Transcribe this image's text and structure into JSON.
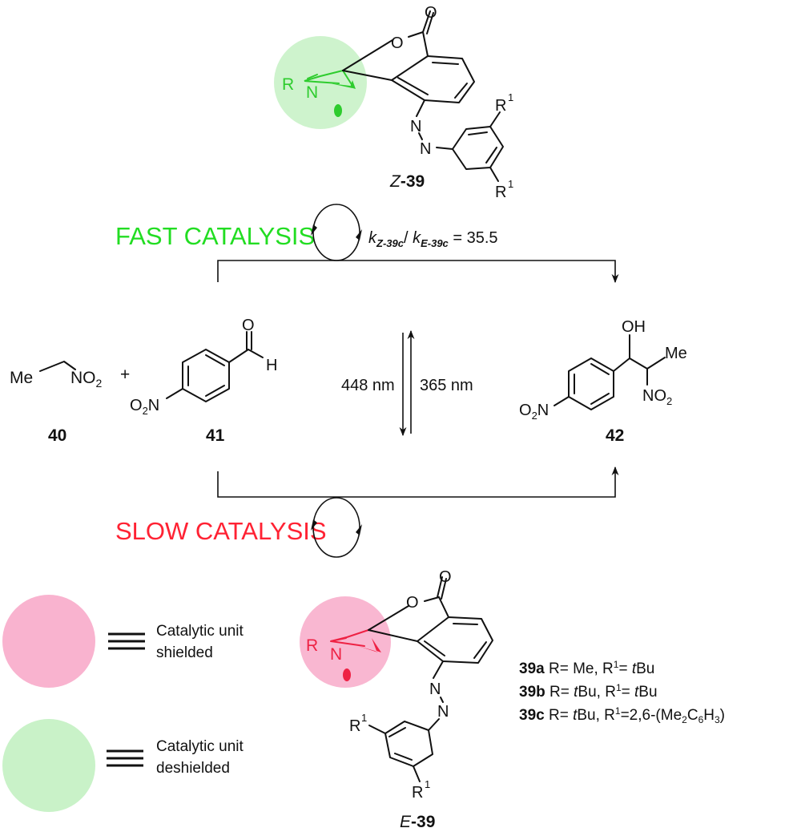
{
  "colors": {
    "fast": "#22dd22",
    "slow": "#ff2233",
    "shield_circle": "#f9b3cf",
    "deshield_circle": "#c9f2c8",
    "green_struct": "#2ecc2e",
    "red_struct": "#ee2244",
    "ink": "#111111"
  },
  "z_isomer": {
    "label_prefix": "Z",
    "label_num": "-39",
    "atoms": {
      "carbonyl_O": "O",
      "ring_O": "O",
      "N1": "N",
      "N2": "N",
      "R": "R",
      "amine_N": "N",
      "R1_top": "R",
      "R1_bottom": "R",
      "sup": "1"
    }
  },
  "e_isomer": {
    "label_prefix": "E",
    "label_num": "-39",
    "atoms": {
      "carbonyl_O": "O",
      "ring_O": "O",
      "N1": "N",
      "N2": "N",
      "R": "R",
      "amine_N": "N",
      "R1_left": "R",
      "R1_bottom": "R",
      "sup": "1"
    }
  },
  "fast": {
    "label": "FAST CATALYSIS",
    "ratio": {
      "k1": "k",
      "sub1": "Z-39c",
      "slash": "/ ",
      "k2": "k",
      "sub2": "E-39c",
      "value": " = 35.5"
    }
  },
  "slow": {
    "label": "SLOW CATALYSIS"
  },
  "photo": {
    "forward": "448 nm",
    "reverse": "365 nm"
  },
  "compounds": {
    "c40": {
      "id": "40",
      "me": "Me",
      "no2": "NO",
      "sub": "2",
      "plus": "+"
    },
    "c41": {
      "id": "41",
      "o2n": "O",
      "o2n_sub": "2",
      "o2n_n": "N",
      "O": "O",
      "H": "H"
    },
    "c42": {
      "id": "42",
      "o2n": "O",
      "o2n_sub": "2",
      "o2n_n": "N",
      "OH": "OH",
      "Me": "Me",
      "no2": "NO",
      "sub": "2"
    }
  },
  "legend": [
    {
      "line1": "Catalytic unit",
      "line2": "shielded",
      "color": "#f9b3cf"
    },
    {
      "line1": "Catalytic unit",
      "line2": "deshielded",
      "color": "#c9f2c8"
    }
  ],
  "variants": [
    {
      "id": "39a",
      "r": " R= Me, R",
      "sup": "1",
      "r1pre": "= ",
      "r1ital": "t",
      "r1": "Bu"
    },
    {
      "id": "39b",
      "rpre": " R= ",
      "rital": "t",
      "r": "Bu, R",
      "sup": "1",
      "r1pre": "= ",
      "r1ital": "t",
      "r1": "Bu"
    },
    {
      "id": "39c",
      "rpre": " R= ",
      "rital": "t",
      "r": "Bu, R",
      "sup": "1",
      "r1": "=2,6-(Me",
      "s1": "2",
      "m": "C",
      "s2": "6",
      "e": "H",
      "s3": "3",
      "close": ")"
    }
  ]
}
